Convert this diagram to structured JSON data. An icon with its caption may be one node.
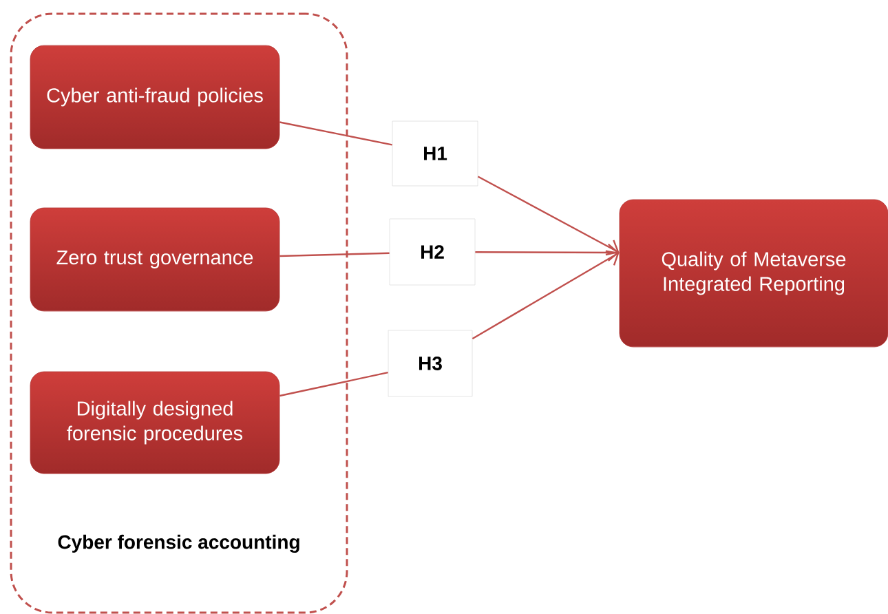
{
  "diagram": {
    "nodes": [
      {
        "text": [
          "Cyber forensic accounting"
        ]
      },
      {
        "text": [
          "Cyber anti-fraud policies"
        ],
        "in": 0
      },
      {
        "text": [
          "Zero trust governance"
        ],
        "in": 0
      },
      {
        "text": [
          "Digitally designed forensic procedures"
        ],
        "in": 0
      },
      {
        "text": [
          "H1"
        ]
      },
      {
        "text": [
          "H2"
        ]
      },
      {
        "text": [
          "H3"
        ]
      },
      {
        "text": [
          "Quality of Metaverse Integrated Reporting"
        ]
      }
    ],
    "edges": [
      {
        "from": 1,
        "to": 4,
        "arrow": "none"
      },
      {
        "from": 4,
        "to": 7,
        "arrow": "to"
      },
      {
        "from": 2,
        "to": 5,
        "arrow": "none"
      },
      {
        "from": 5,
        "to": 7,
        "arrow": "to"
      },
      {
        "from": 3,
        "to": 6,
        "arrow": "none"
      },
      {
        "from": 6,
        "to": 7,
        "arrow": "to"
      }
    ]
  }
}
